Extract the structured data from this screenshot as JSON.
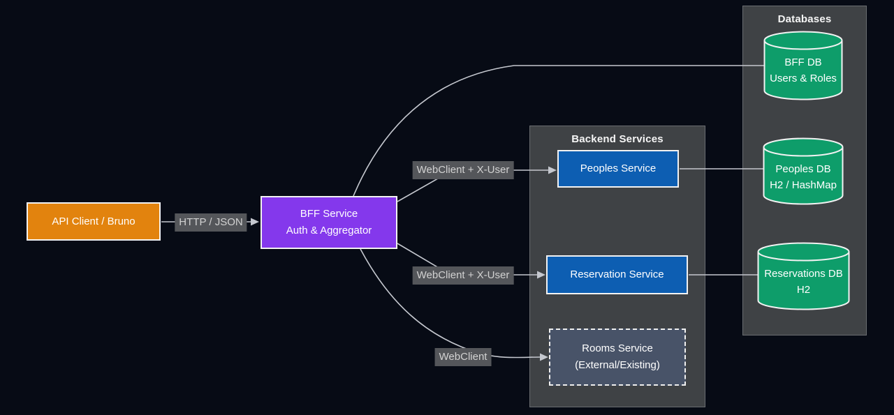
{
  "diagram": {
    "containers": {
      "backend": {
        "title": "Backend Services"
      },
      "databases": {
        "title": "Databases"
      }
    },
    "nodes": {
      "api_client": {
        "label": "API Client / Bruno"
      },
      "bff_service": {
        "line1": "BFF Service",
        "line2": "Auth & Aggregator"
      },
      "peoples_service": {
        "label": "Peoples Service"
      },
      "reservation_service": {
        "label": "Reservation Service"
      },
      "rooms_service": {
        "line1": "Rooms Service",
        "line2": "(External/Existing)"
      },
      "bff_db": {
        "line1": "BFF DB",
        "line2": "Users & Roles"
      },
      "peoples_db": {
        "line1": "Peoples DB",
        "line2": "H2 / HashMap"
      },
      "reservations_db": {
        "line1": "Reservations DB",
        "line2": "H2"
      }
    },
    "edges": {
      "api_to_bff": {
        "label": "HTTP / JSON"
      },
      "bff_to_peoples": {
        "label": "WebClient + X-User"
      },
      "bff_to_reservation": {
        "label": "WebClient + X-User"
      },
      "bff_to_rooms": {
        "label": "WebClient"
      }
    },
    "colors": {
      "background": "#070B15",
      "client_node": "#E2830E",
      "bff_node": "#8438EC",
      "service_node": "#0D5EB2",
      "database_node": "#0E9D6A",
      "external_node": "#485368",
      "container_bg": "#3F4245",
      "container_border": "#6A6D71",
      "node_border": "#F2F2F2",
      "node_text": "#FFFFFF",
      "edge_line": "#C5C8CF",
      "edge_label_bg": "#54565A",
      "edge_label_text": "#D2D2D2"
    }
  }
}
